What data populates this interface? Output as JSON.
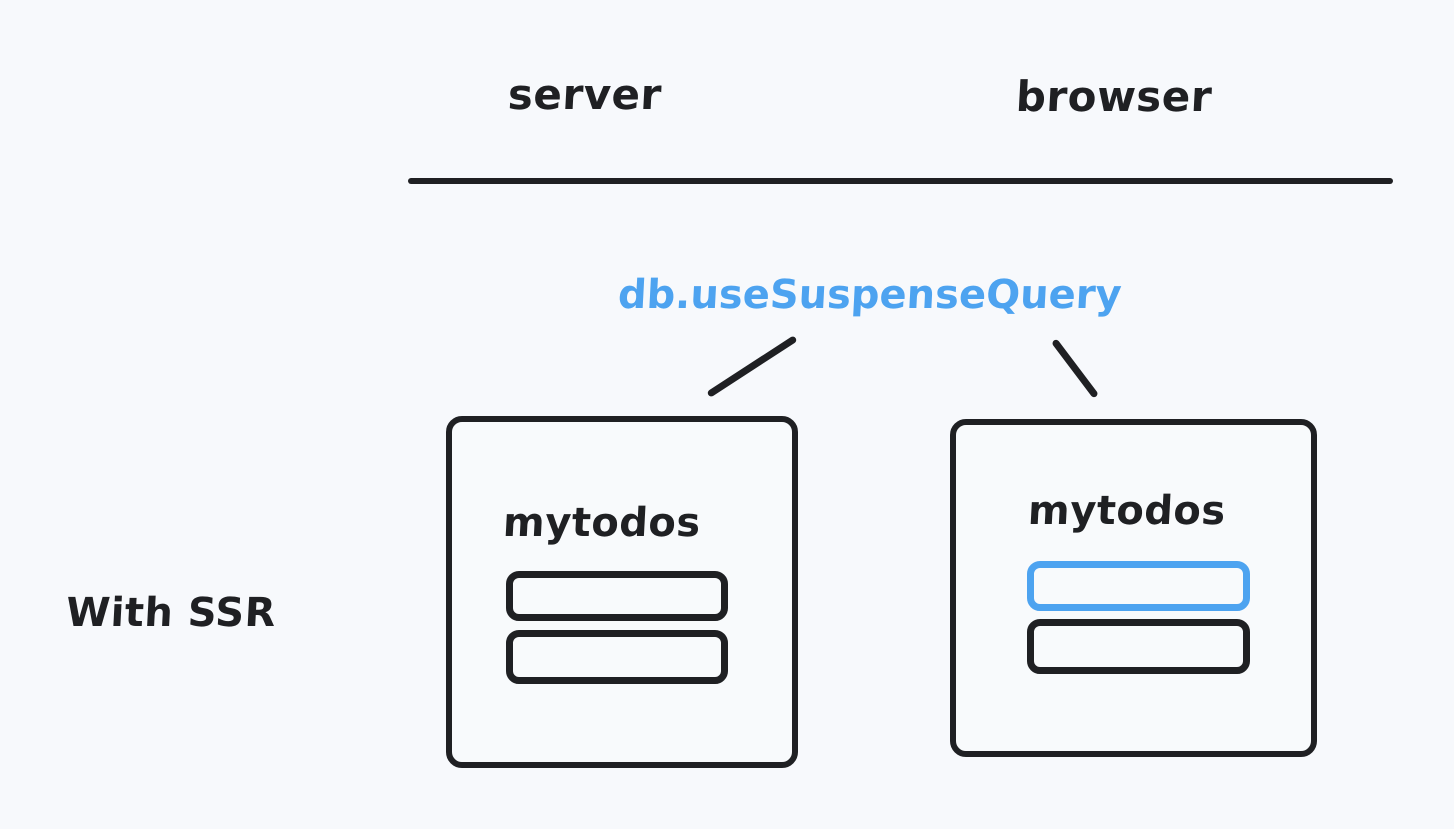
{
  "diagram": {
    "background_color": "#f7f9fc",
    "ink_color": "#1f2023",
    "accent_color": "#4da3f0",
    "row_label": "With SSR",
    "columns": [
      {
        "id": "server",
        "label": "server"
      },
      {
        "id": "browser",
        "label": "browser"
      }
    ],
    "annotation": {
      "label": "db.useSuspenseQuery",
      "color": "#4da3f0",
      "points_to": [
        "server",
        "browser"
      ]
    },
    "cards": [
      {
        "id": "server",
        "title": "mytodos",
        "todos": [
          {
            "index": 0,
            "state": "ink"
          },
          {
            "index": 1,
            "state": "ink"
          }
        ]
      },
      {
        "id": "browser",
        "title": "mytodos",
        "todos": [
          {
            "index": 0,
            "state": "accent"
          },
          {
            "index": 1,
            "state": "ink"
          }
        ]
      }
    ]
  }
}
